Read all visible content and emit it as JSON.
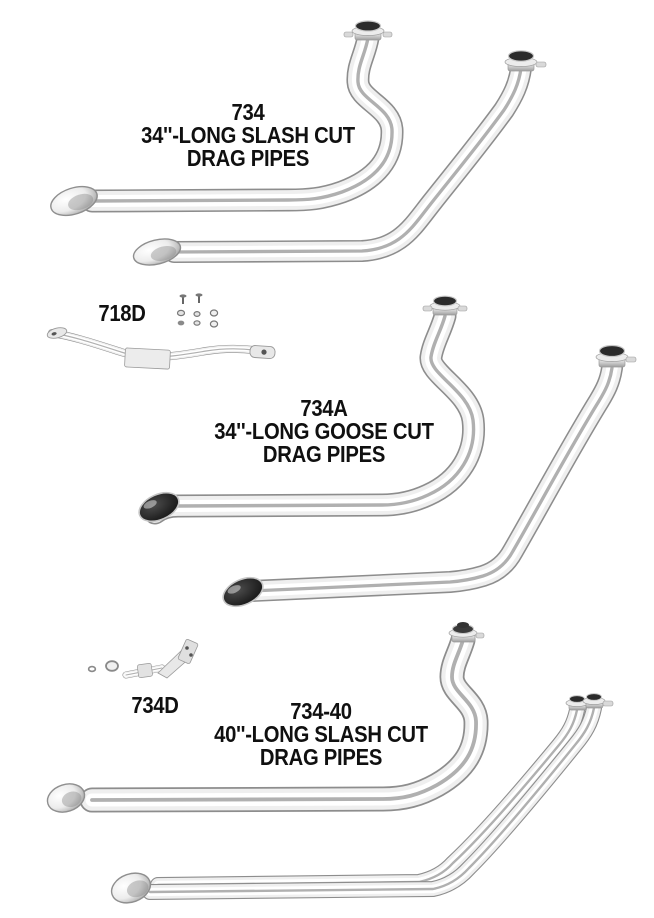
{
  "page": {
    "background": "#ffffff",
    "text_color": "#101010"
  },
  "colors": {
    "chrome_highlight": "#ffffff",
    "chrome_mid": "#efefef",
    "chrome_edge": "#8d8d8d",
    "pipe_opening_dark": "#262626"
  },
  "products": {
    "p734": {
      "code": "734",
      "desc1": "34''-LONG SLASH CUT",
      "desc2": "DRAG PIPES"
    },
    "p718d": {
      "code": "718D"
    },
    "p734a": {
      "code": "734A",
      "desc1": "34''-LONG GOOSE CUT",
      "desc2": "DRAG PIPES"
    },
    "p734d": {
      "code": "734D"
    },
    "p734_40": {
      "code": "734-40",
      "desc1": "40''-LONG SLASH CUT",
      "desc2": "DRAG PIPES"
    }
  }
}
